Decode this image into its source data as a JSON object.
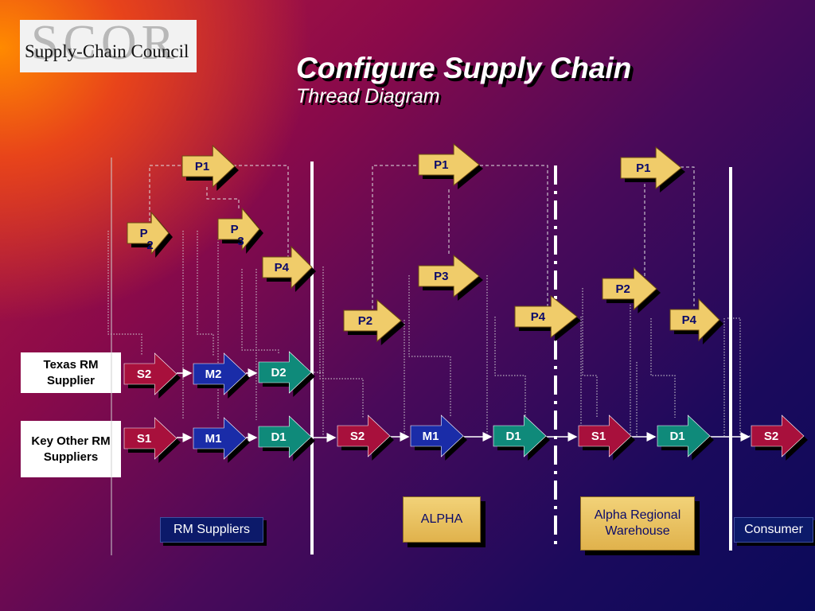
{
  "logo": {
    "mark": "SCOR",
    "name": "Supply-Chain Council"
  },
  "header": {
    "title": "Configure Supply Chain",
    "subtitle": "Thread Diagram"
  },
  "side_labels": [
    {
      "id": "texas",
      "text": "Texas RM Supplier"
    },
    {
      "id": "key-other",
      "text": "Key Other RM Suppliers"
    }
  ],
  "zones": [
    {
      "id": "rm-suppliers",
      "text": "RM Suppliers"
    },
    {
      "id": "alpha",
      "text": "ALPHA"
    },
    {
      "id": "alpha-regional",
      "text": "Alpha Regional Warehouse"
    },
    {
      "id": "consumer",
      "text": "Consumer"
    }
  ],
  "colors": {
    "plan": "#f0cc6a",
    "source": "#a8103c",
    "make": "#1a2ca8",
    "deliver": "#0f8a7a",
    "divider": "#ffffff"
  },
  "nodes": [
    {
      "id": "rm-p1",
      "label": "P1",
      "type": "plan"
    },
    {
      "id": "rm-p2",
      "label": "P",
      "sub": "2",
      "type": "plan"
    },
    {
      "id": "rm-p3",
      "label": "P",
      "sub": "3",
      "type": "plan"
    },
    {
      "id": "rm-p4",
      "label": "P4",
      "type": "plan"
    },
    {
      "id": "rm-s2",
      "label": "S2",
      "type": "source"
    },
    {
      "id": "rm-m2",
      "label": "M2",
      "type": "make"
    },
    {
      "id": "rm-d2",
      "label": "D2",
      "type": "deliver"
    },
    {
      "id": "rm-s1",
      "label": "S1",
      "type": "source"
    },
    {
      "id": "rm-m1",
      "label": "M1",
      "type": "make"
    },
    {
      "id": "rm-d1",
      "label": "D1",
      "type": "deliver"
    },
    {
      "id": "al-p1",
      "label": "P1",
      "type": "plan"
    },
    {
      "id": "al-p3",
      "label": "P3",
      "type": "plan"
    },
    {
      "id": "al-p2",
      "label": "P2",
      "type": "plan"
    },
    {
      "id": "al-p4",
      "label": "P4",
      "type": "plan"
    },
    {
      "id": "al-s2",
      "label": "S2",
      "type": "source"
    },
    {
      "id": "al-m1",
      "label": "M1",
      "type": "make"
    },
    {
      "id": "al-d1",
      "label": "D1",
      "type": "deliver"
    },
    {
      "id": "wh-p1",
      "label": "P1",
      "type": "plan"
    },
    {
      "id": "wh-p2",
      "label": "P2",
      "type": "plan"
    },
    {
      "id": "wh-p4",
      "label": "P4",
      "type": "plan"
    },
    {
      "id": "wh-s1",
      "label": "S1",
      "type": "source"
    },
    {
      "id": "wh-d1",
      "label": "D1",
      "type": "deliver"
    },
    {
      "id": "cs-s2",
      "label": "S2",
      "type": "source"
    }
  ]
}
